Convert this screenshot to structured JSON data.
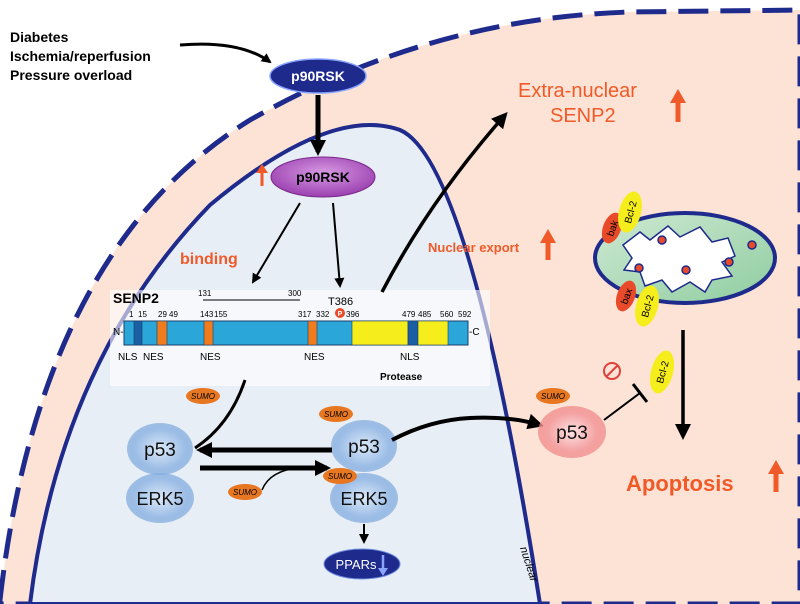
{
  "stimuli": [
    "Diabetes",
    "Ischemia/reperfusion",
    "Pressure overload"
  ],
  "kinase_membrane": "p90RSK",
  "kinase_nuclear": "p90RSK",
  "binding_label": "binding",
  "senp2": {
    "name": "SENP2",
    "bracket_start": "131",
    "bracket_end": "300",
    "site_label": "T386",
    "phospho_mark": "P",
    "n_term": "N-",
    "c_term": "-C",
    "positions": [
      "1",
      "15",
      "29",
      "49",
      "143",
      "155",
      "317",
      "332",
      "396",
      "479",
      "485",
      "560",
      "592"
    ],
    "domains": [
      "NLS",
      "NES",
      "NES",
      "NES",
      "NLS",
      "Protease"
    ]
  },
  "extra_nuclear": [
    "Extra-nuclear",
    "SENP2"
  ],
  "nuclear_export": "Nuclear export",
  "mitochondria": {
    "bak": "bak",
    "bax": "bax",
    "bcl2_top": "Bcl-2",
    "bcl2_bottom": "Bcl-2"
  },
  "sumo_labels": [
    "SUMO",
    "SUMO",
    "SUMO",
    "SUMO",
    "SUMO"
  ],
  "p53_left": "p53",
  "p53_right": "p53",
  "p53_cytoplasm": "p53",
  "erk5_left": "ERK5",
  "erk5_right": "ERK5",
  "bcl2_inhibited": "Bcl-2",
  "ppars": "PPARs",
  "apoptosis": "Apoptosis",
  "nucleus_label": "nuclear",
  "colors": {
    "cell_fill": "#fde3d6",
    "nucleus_fill": "#e8eef6",
    "membrane": "#1e2a8c",
    "accent": "#f05a28",
    "senp2_blue": "#2aa7d8",
    "protease_yellow": "#f6ee1c",
    "sumo": "#e87722"
  }
}
